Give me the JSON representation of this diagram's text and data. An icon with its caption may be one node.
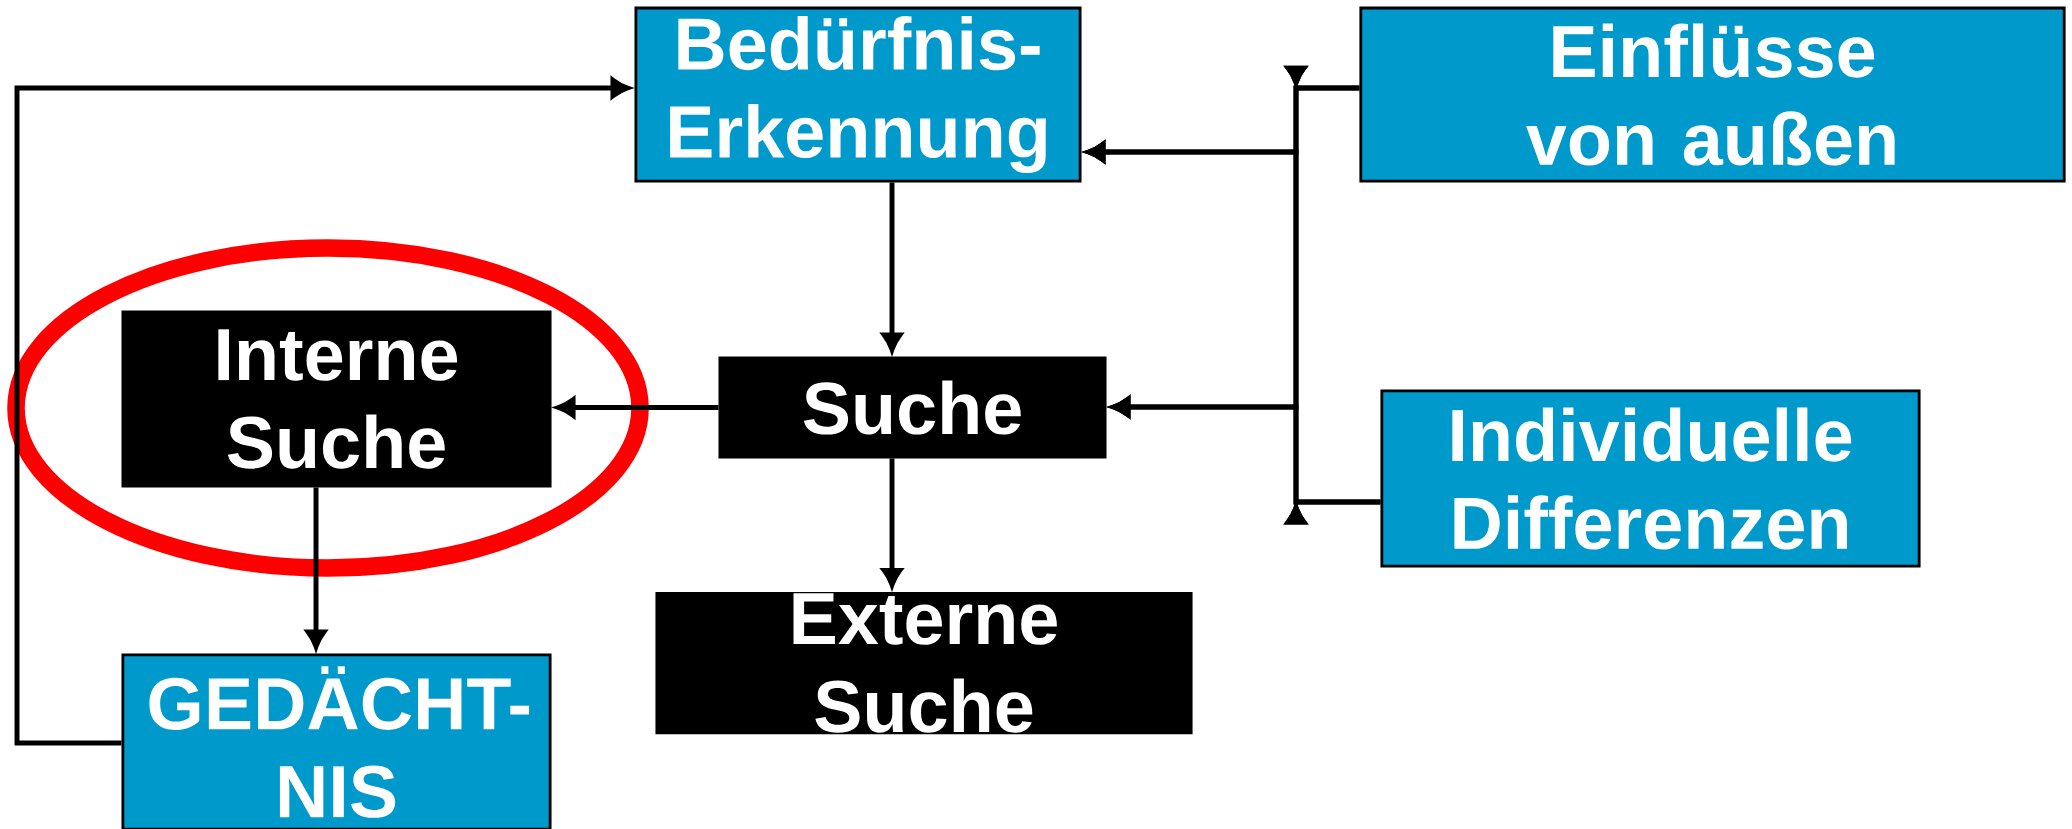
{
  "diagram": {
    "nodes": [
      {
        "text": [
          "Bedürfnis- Erkennung"
        ]
      },
      {
        "text": [
          "Einflüsse von außen"
        ]
      },
      {
        "text": [
          "Interne Suche"
        ]
      },
      {
        "text": [
          "Suche"
        ]
      },
      {
        "text": [
          "Individuelle Differenzen"
        ]
      },
      {
        "text": [
          "Externe Suche"
        ]
      },
      {
        "text": [
          "GEDÄCHT- NIS"
        ]
      }
    ],
    "edges": [
      {
        "from": 0,
        "to": 3,
        "arrow": "to"
      },
      {
        "from": 3,
        "to": 2,
        "arrow": "to"
      },
      {
        "from": 3,
        "to": 5,
        "arrow": "to"
      },
      {
        "from": 2,
        "to": 6,
        "arrow": "to"
      },
      {
        "from": 6,
        "to": 0,
        "arrow": "to"
      },
      {
        "from": 1,
        "to": 0,
        "arrow": "to"
      },
      {
        "from": 1,
        "to": 3,
        "arrow": "to"
      },
      {
        "from": 4,
        "to": 0,
        "arrow": "to"
      },
      {
        "from": 4,
        "to": 3,
        "arrow": "to"
      }
    ]
  }
}
